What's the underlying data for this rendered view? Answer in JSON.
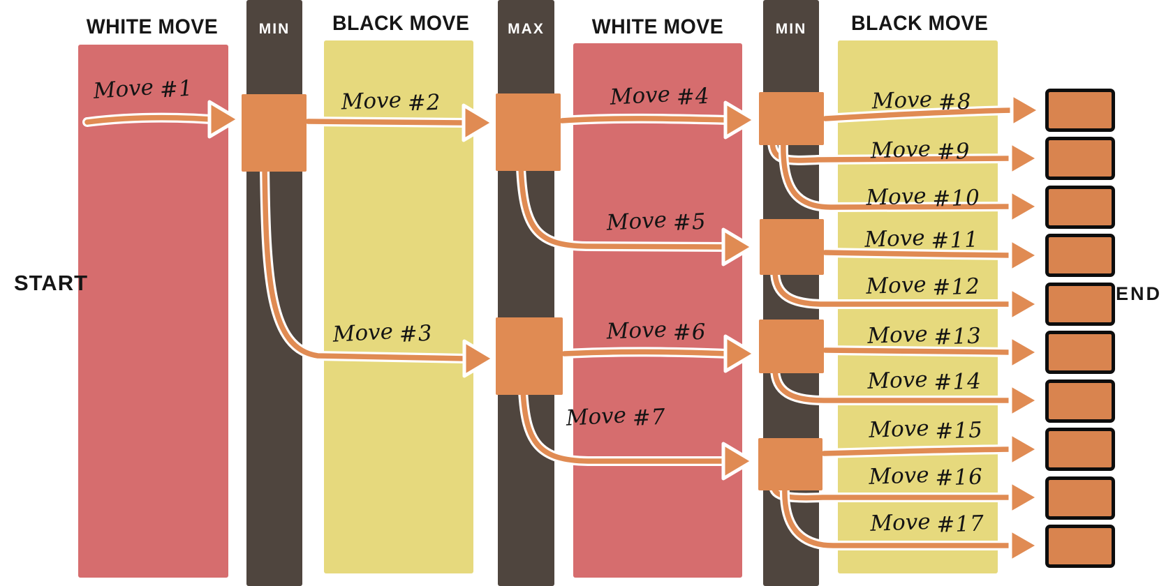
{
  "endpoints": {
    "start": "START",
    "end": "END"
  },
  "columns": [
    {
      "label": "WHITE MOVE",
      "type": "white"
    },
    {
      "label": "MIN",
      "type": "dark"
    },
    {
      "label": "BLACK MOVE",
      "type": "black"
    },
    {
      "label": "MAX",
      "type": "dark"
    },
    {
      "label": "WHITE MOVE",
      "type": "white"
    },
    {
      "label": "MIN",
      "type": "dark"
    },
    {
      "label": "BLACK MOVE",
      "type": "black"
    }
  ],
  "moves": [
    {
      "word": "Move",
      "number": "#1"
    },
    {
      "word": "Move",
      "number": "#2"
    },
    {
      "word": "Move",
      "number": "#3"
    },
    {
      "word": "Move",
      "number": "#4"
    },
    {
      "word": "Move",
      "number": "#5"
    },
    {
      "word": "Move",
      "number": "#6"
    },
    {
      "word": "Move",
      "number": "#7"
    },
    {
      "word": "Move",
      "number": "#8"
    },
    {
      "word": "Move",
      "number": "#9"
    },
    {
      "word": "Move",
      "number": "#10"
    },
    {
      "word": "Move",
      "number": "#11"
    },
    {
      "word": "Move",
      "number": "#12"
    },
    {
      "word": "Move",
      "number": "#13"
    },
    {
      "word": "Move",
      "number": "#14"
    },
    {
      "word": "Move",
      "number": "#15"
    },
    {
      "word": "Move",
      "number": "#16"
    },
    {
      "word": "Move",
      "number": "#17"
    }
  ],
  "colors": {
    "background": "#ffffff",
    "white_move_band": "#d66d6e",
    "black_move_band": "#e6d97d",
    "min_max_band": "#4f453e",
    "node_orange": "#e08b53",
    "end_square_fill": "#d9844f",
    "end_square_border": "#0d0d0d",
    "text_dark": "#161616",
    "text_light": "#ffffff"
  }
}
